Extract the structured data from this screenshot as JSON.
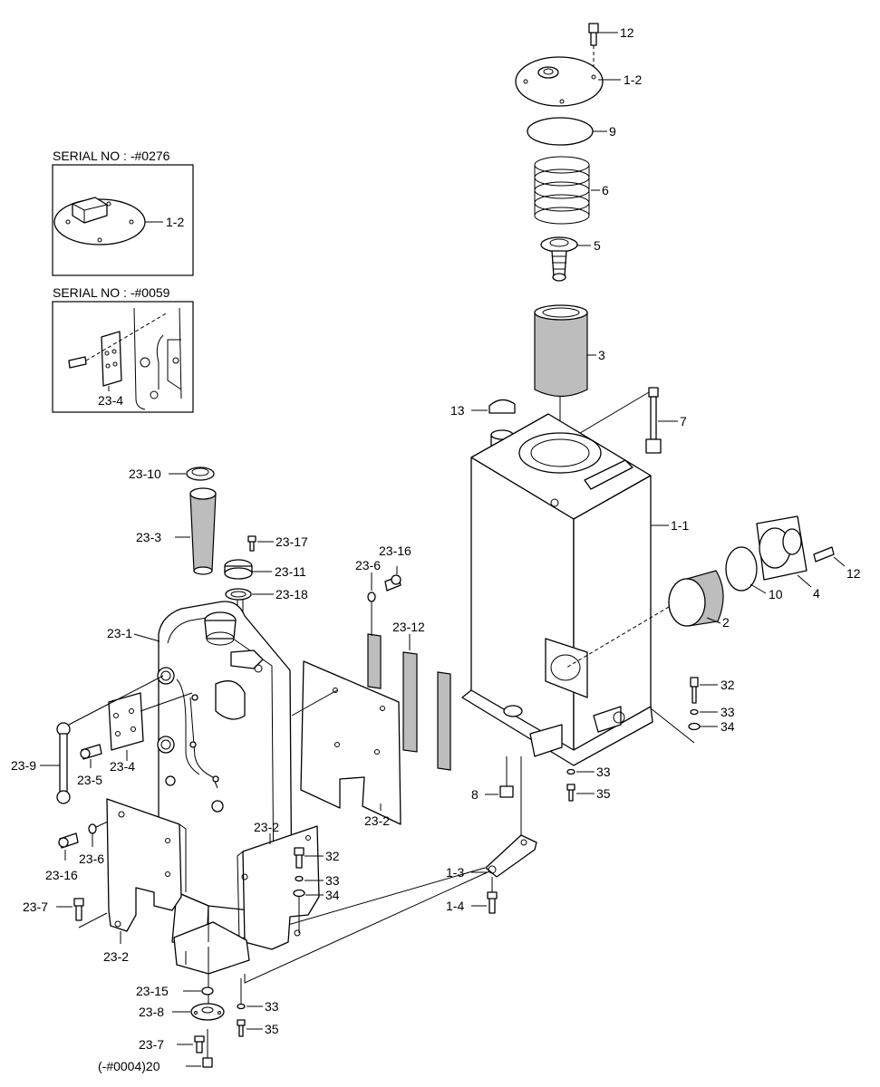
{
  "insets": [
    {
      "title": "SERIAL NO : -#0276",
      "part": "1-2"
    },
    {
      "title": "SERIAL NO : -#0059",
      "part": "23-4"
    }
  ],
  "labels": {
    "p12a": "12",
    "p1_2": "1-2",
    "p9": "9",
    "p6": "6",
    "p5": "5",
    "p3": "3",
    "p13": "13",
    "p7": "7",
    "p1_1": "1-1",
    "p12b": "12",
    "p10": "10",
    "p4": "4",
    "p2": "2",
    "p32a": "32",
    "p33a": "33",
    "p34a": "34",
    "p33b": "33",
    "p35a": "35",
    "p8": "8",
    "p1_3": "1-3",
    "p1_4": "1-4",
    "p23_10": "23-10",
    "p23_3": "23-3",
    "p23_17": "23-17",
    "p23_11": "23-11",
    "p23_18": "23-18",
    "p23_6a": "23-6",
    "p23_16a": "23-16",
    "p23_12": "23-12",
    "p23_1": "23-1",
    "p23_9": "23-9",
    "p23_5": "23-5",
    "p23_4": "23-4",
    "p23_6b": "23-6",
    "p23_16b": "23-16",
    "p23_7a": "23-7",
    "p23_2a": "23-2",
    "p23_2b": "23-2",
    "p23_2c": "23-2",
    "p32b": "32",
    "p33c": "33",
    "p34b": "34",
    "p23_15": "23-15",
    "p23_8": "23-8",
    "p33d": "33",
    "p35b": "35",
    "p23_7b": "23-7",
    "p20": "(-#0004)20"
  }
}
